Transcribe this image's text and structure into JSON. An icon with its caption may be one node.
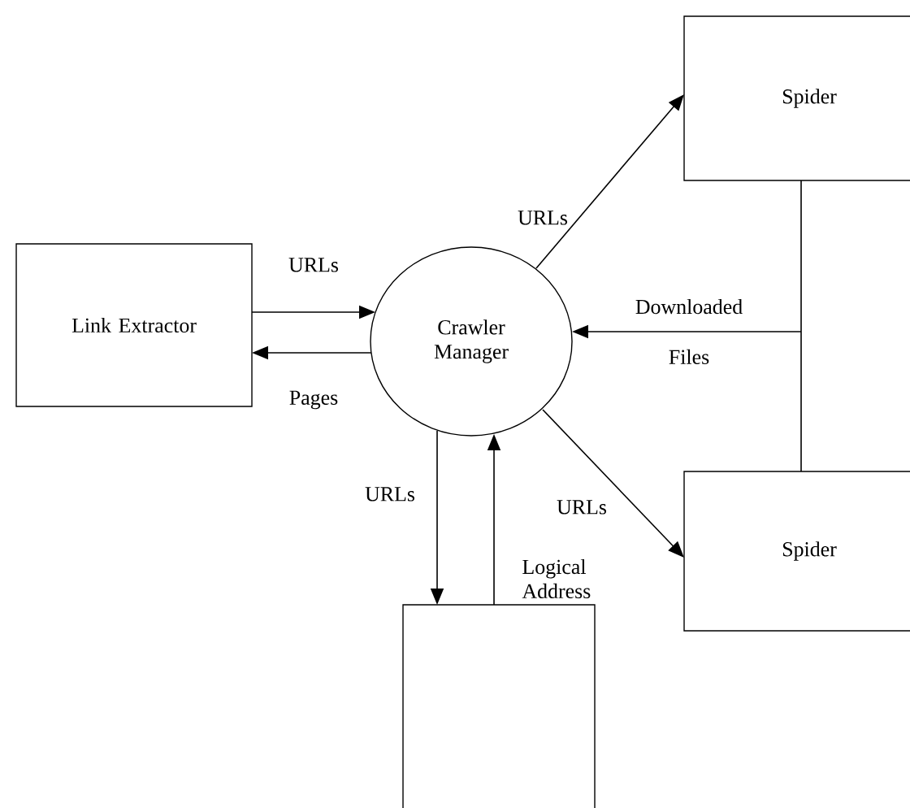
{
  "diagram": {
    "nodes": [
      {
        "text": [
          "Link Extractor"
        ]
      },
      {
        "text": [
          "Crawler Manager"
        ]
      },
      {
        "text": [
          "Spider"
        ]
      },
      {
        "text": [
          "Spider"
        ]
      },
      {
        "text": [],
        "shape": "box"
      }
    ],
    "edges": [
      {
        "from": 0,
        "to": 1,
        "arrow": "to",
        "label": "URLs"
      },
      {
        "from": 1,
        "to": 0,
        "arrow": "to",
        "label": "Pages"
      },
      {
        "from": 1,
        "to": 2,
        "arrow": "to",
        "label": "URLs"
      },
      {
        "from": null,
        "to": 1,
        "arrow": "to",
        "label": "Downloaded Files"
      },
      {
        "from": 1,
        "to": 3,
        "arrow": "to",
        "label": "URLs"
      },
      {
        "from": 1,
        "to": 4,
        "arrow": "to",
        "label": "URLs"
      },
      {
        "from": 4,
        "to": 1,
        "arrow": "to",
        "label": "Logical Address"
      },
      {
        "from": 2,
        "to": 3,
        "arrow": "none"
      }
    ]
  }
}
